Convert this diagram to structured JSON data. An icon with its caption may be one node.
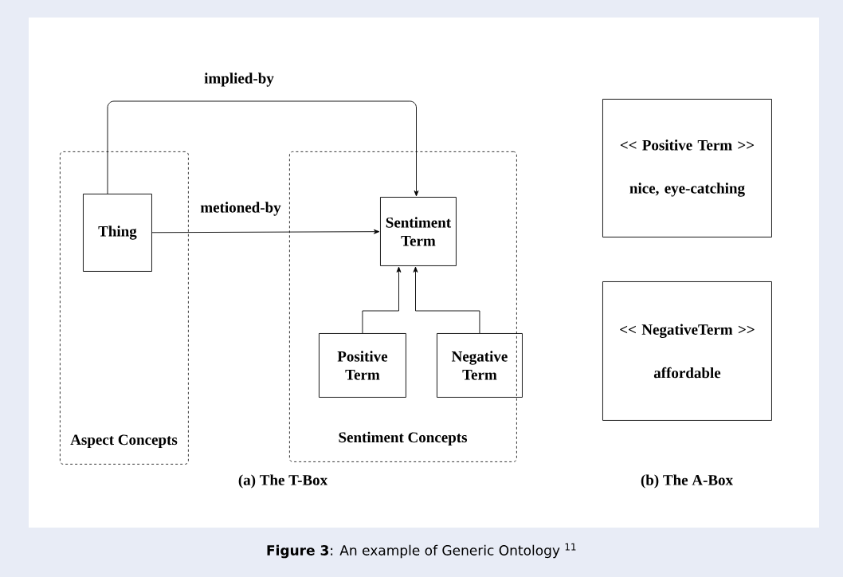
{
  "diagram": {
    "caption": "**Figure 3**: An example of Generic Ontology $^{11}$",
    "nodes": [
      {
        "text": [
          "Aspect Concepts"
        ]
      },
      {
        "text": [
          "Thing"
        ],
        "in": 0
      },
      {
        "text": [
          "Sentiment Concepts"
        ]
      },
      {
        "text": [
          "Sentiment Term"
        ],
        "in": 2
      },
      {
        "text": [
          "Positive Term"
        ],
        "in": 2
      },
      {
        "text": [
          "Negative Term"
        ],
        "in": 2
      },
      {
        "text": [
          "<< Positive Term >>",
          "nice, eye-catching"
        ]
      },
      {
        "text": [
          "<< NegativeTerm >>",
          "affordable"
        ]
      }
    ],
    "edges": [
      {
        "from": 1,
        "to": 3,
        "arrow": "to",
        "label": "implied-by"
      },
      {
        "from": 1,
        "to": 3,
        "arrow": "to",
        "label": "metioned-by"
      },
      {
        "from": 4,
        "to": 3,
        "arrow": "to"
      },
      {
        "from": 5,
        "to": 3,
        "arrow": "to"
      }
    ],
    "labels": [
      "(a) The T-Box",
      "(b) The A-Box"
    ]
  }
}
